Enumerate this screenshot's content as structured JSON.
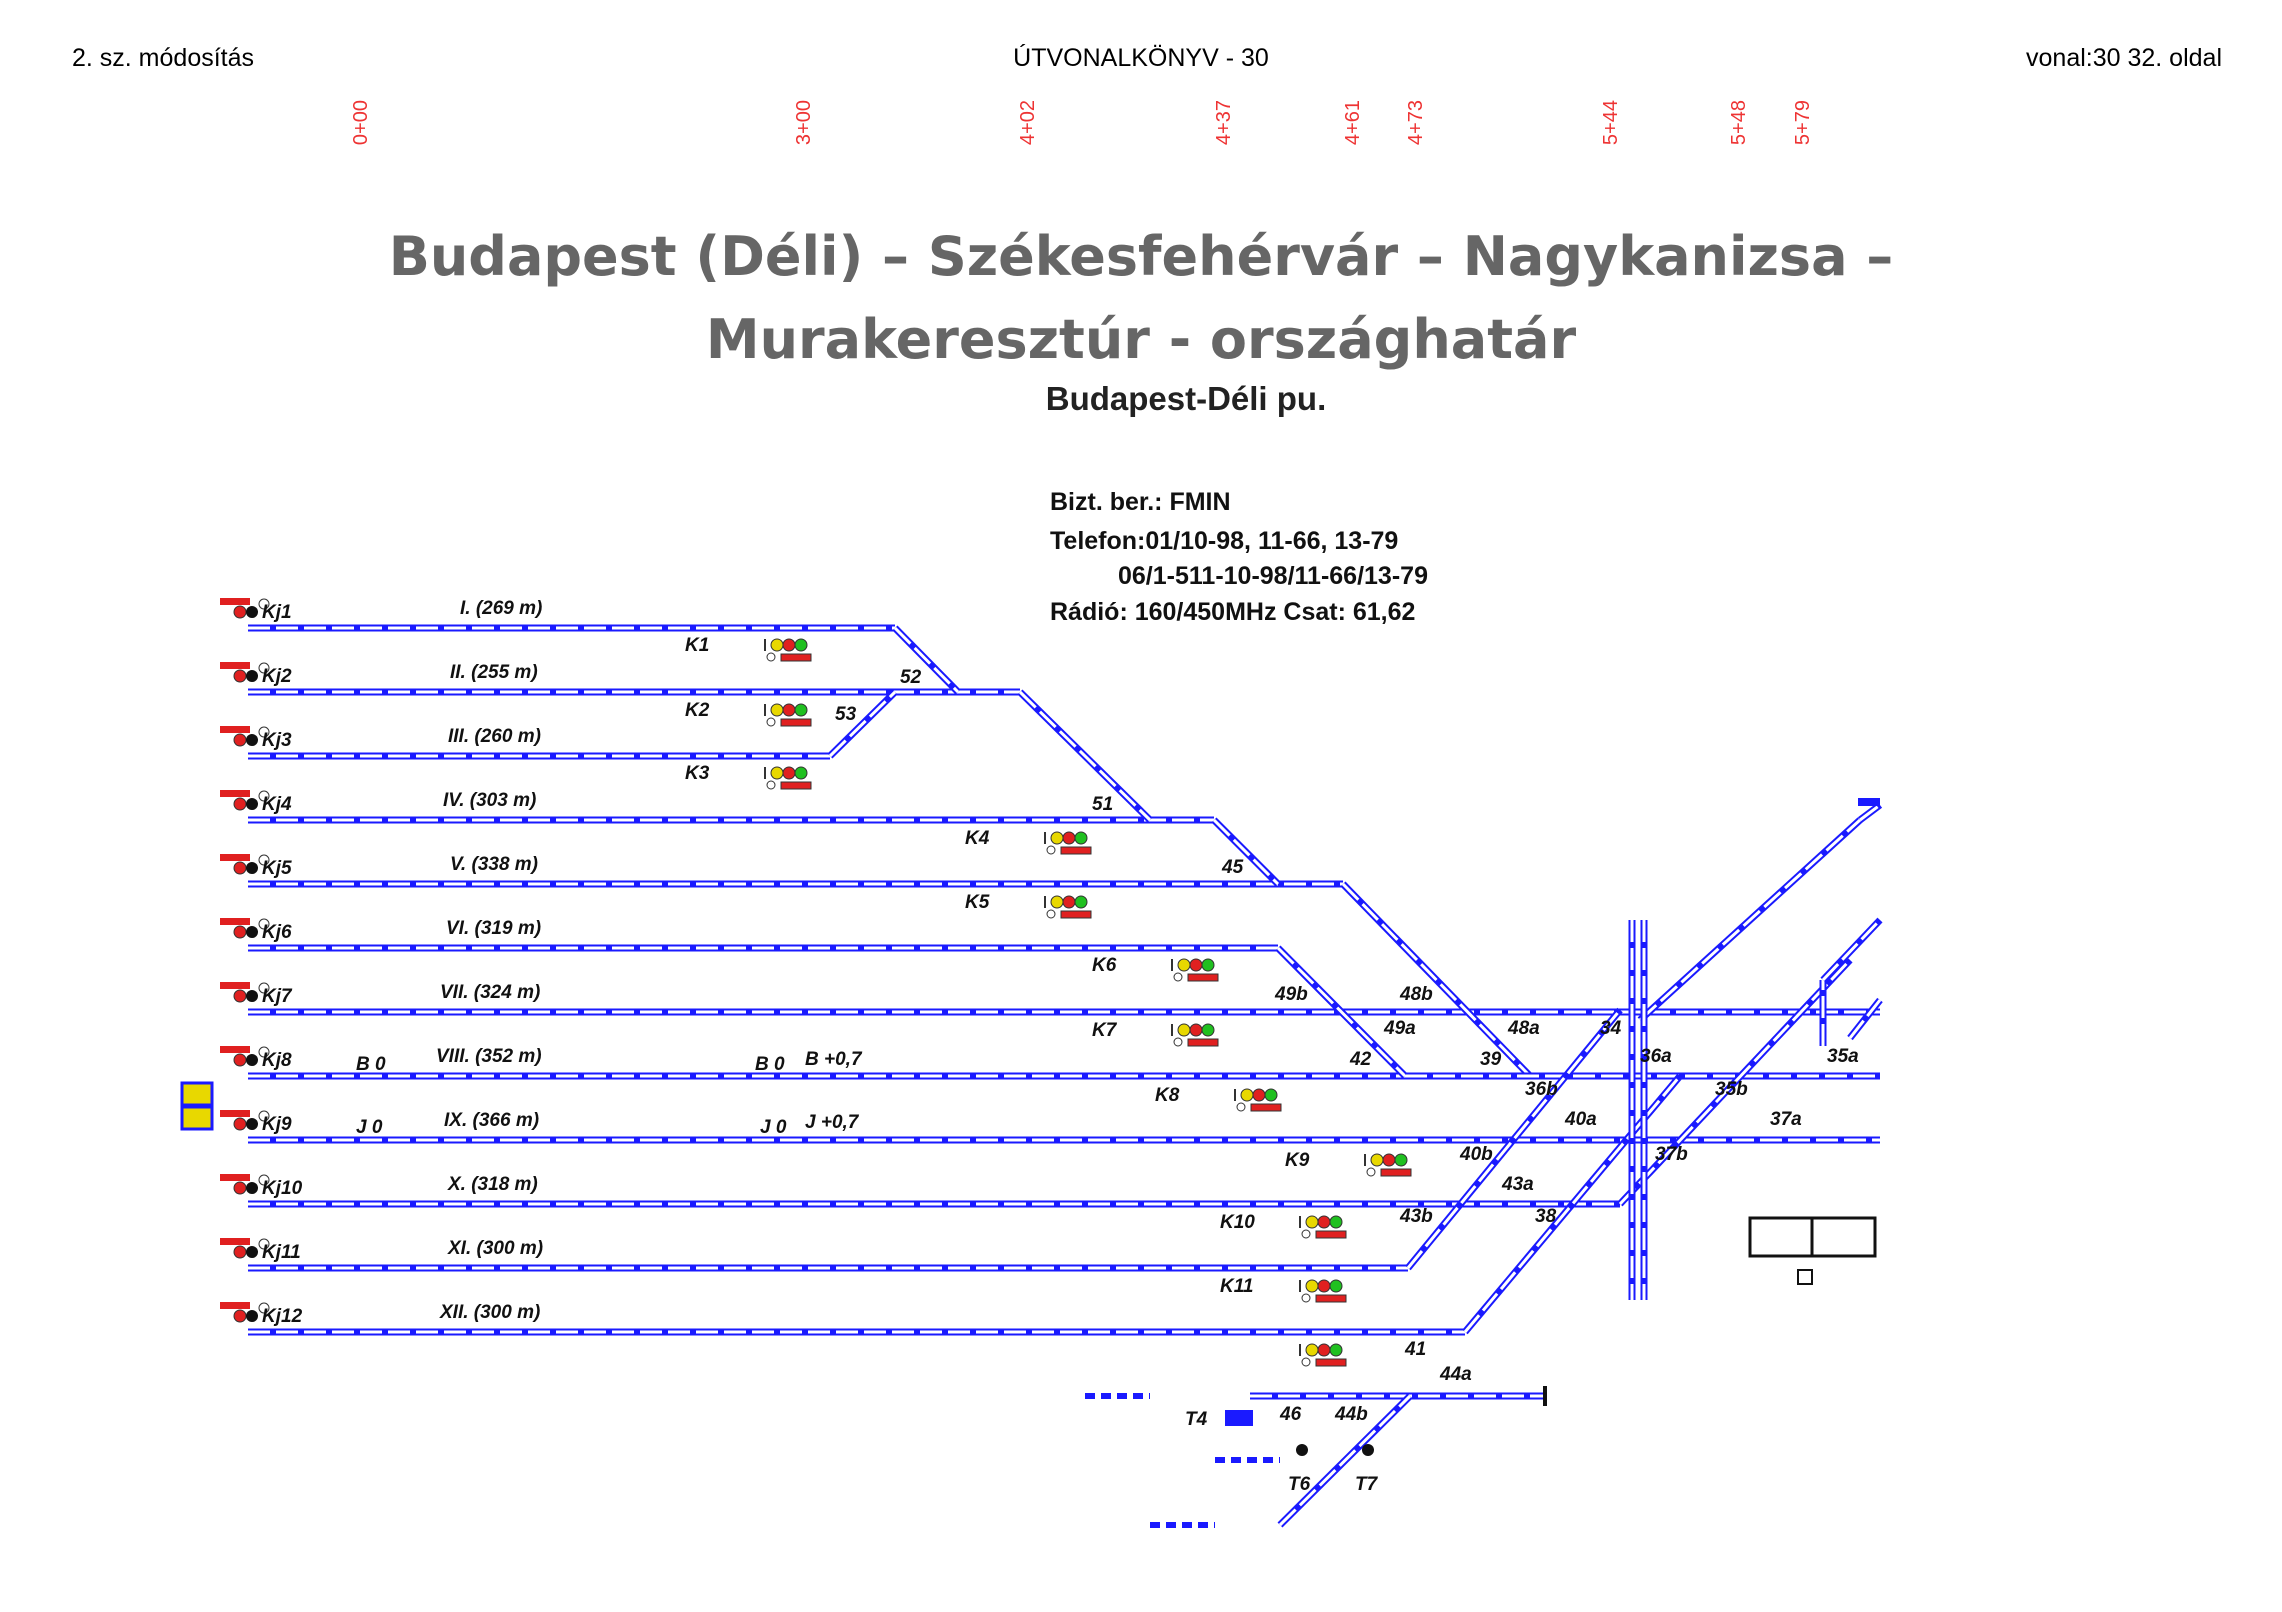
{
  "header": {
    "left": "2. sz. módosítás",
    "center": "ÚTVONALKÖNYV  -  30",
    "right": "vonal:30      32. oldal"
  },
  "km_markers": [
    "0+00",
    "3+00",
    "4+02",
    "4+37",
    "4+61",
    "4+73",
    "5+44",
    "5+48",
    "5+79"
  ],
  "title": {
    "line1": "Budapest (Déli) – Székesfehérvár – Nagykanizsa –",
    "line2": "Murakeresztúr - országhatár",
    "station": "Budapest-Déli pu."
  },
  "info": {
    "bizt": "Bizt. ber.: FMIN",
    "telefon": "Telefon:01/10-98, 11-66, 13-79",
    "telefon2": "06/1-511-10-98/11-66/13-79",
    "radio": "Rádió: 160/450MHz Csat: 61,62"
  },
  "tracks": [
    {
      "signal": "Kj1",
      "name": "I. (269 m)"
    },
    {
      "signal": "Kj2",
      "name": "II. (255 m)"
    },
    {
      "signal": "Kj3",
      "name": "III. (260 m)"
    },
    {
      "signal": "Kj4",
      "name": "IV. (303 m)"
    },
    {
      "signal": "Kj5",
      "name": "V. (338 m)"
    },
    {
      "signal": "Kj6",
      "name": "VI. (319 m)"
    },
    {
      "signal": "Kj7",
      "name": "VII. (324 m)"
    },
    {
      "signal": "Kj8",
      "name": "VIII. (352 m)"
    },
    {
      "signal": "Kj9",
      "name": "IX. (366 m)"
    },
    {
      "signal": "Kj10",
      "name": "X. (318 m)"
    },
    {
      "signal": "Kj11",
      "name": "XI. (300 m)"
    },
    {
      "signal": "Kj12",
      "name": "XII. (300 m)"
    }
  ],
  "exit_signals": [
    "K1",
    "K2",
    "K3",
    "K4",
    "K5",
    "K6",
    "K7",
    "K8",
    "K9",
    "K10",
    "K11"
  ],
  "shunt_signals": [
    "T4",
    "T6",
    "T7"
  ],
  "switches": [
    "52",
    "53",
    "51",
    "45",
    "49b",
    "48b",
    "49a",
    "48a",
    "42",
    "39",
    "34",
    "36a",
    "35a",
    "36b",
    "35b",
    "40a",
    "37a",
    "40b",
    "37b",
    "43a",
    "43b",
    "38",
    "41",
    "44a",
    "46",
    "44b"
  ],
  "markers": {
    "b0": "B 0",
    "j0": "J 0",
    "b_route": "B 0",
    "b_plus": "B +0,7",
    "j_route": "J 0",
    "j_plus": "J +0,7"
  },
  "colors": {
    "track": "#1a1aff",
    "km": "#e33333",
    "signal_red": "#e02020",
    "signal_yellow": "#e8d800",
    "signal_green": "#20c020",
    "title_gray": "#666666"
  }
}
